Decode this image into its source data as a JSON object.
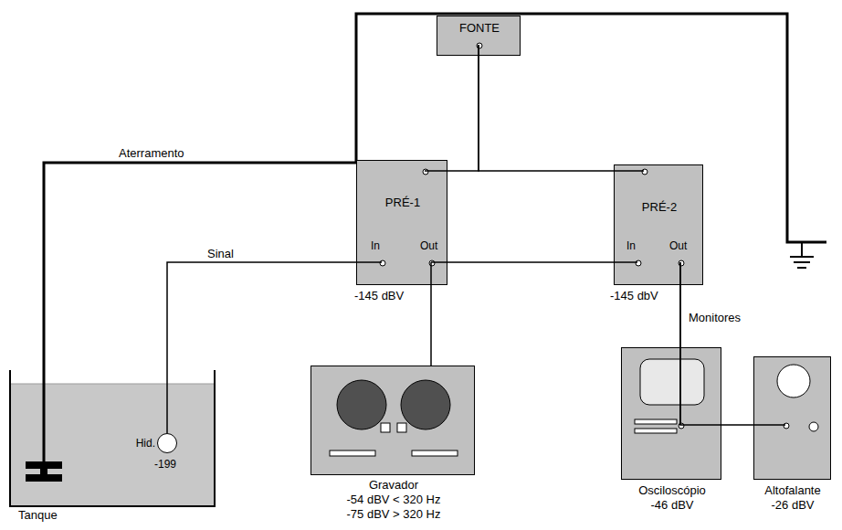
{
  "diagram": {
    "nodes": [
      {
        "text": [
          "FONTE"
        ]
      },
      {
        "text": [
          "PRÉ-1"
        ]
      },
      {
        "text": [
          "PRÉ-2"
        ]
      },
      {
        "text": [
          "Tanque"
        ]
      },
      {
        "text": [
          "Hid.",
          "-199"
        ],
        "in": 3
      },
      {
        "text": [
          "Gravador",
          "-54 dBV < 320 Hz",
          "-75 dBV > 320 Hz"
        ]
      },
      {
        "text": [
          "Osciloscópio",
          "-46 dBV"
        ]
      },
      {
        "text": [
          "Altofalante",
          "-26 dBV"
        ]
      }
    ],
    "edges": [
      {
        "from": 0,
        "to": 1,
        "arrow": "none"
      },
      {
        "from": 0,
        "to": 2,
        "arrow": "none"
      },
      {
        "from": 3,
        "to": 1,
        "label": "Aterramento",
        "arrow": "none"
      },
      {
        "from": 4,
        "to": 1,
        "label": "Sinal",
        "arrow": "none"
      },
      {
        "from": 1,
        "to": 2,
        "arrow": "none"
      },
      {
        "from": 1,
        "to": 5,
        "arrow": "none"
      },
      {
        "from": 2,
        "to": 6,
        "label": "Monitores",
        "arrow": "none"
      },
      {
        "from": 2,
        "to": 7,
        "arrow": "none"
      }
    ],
    "labels": [
      "In",
      "Out",
      "In",
      "Out",
      "-145 dBV",
      "-145 dbV"
    ]
  }
}
